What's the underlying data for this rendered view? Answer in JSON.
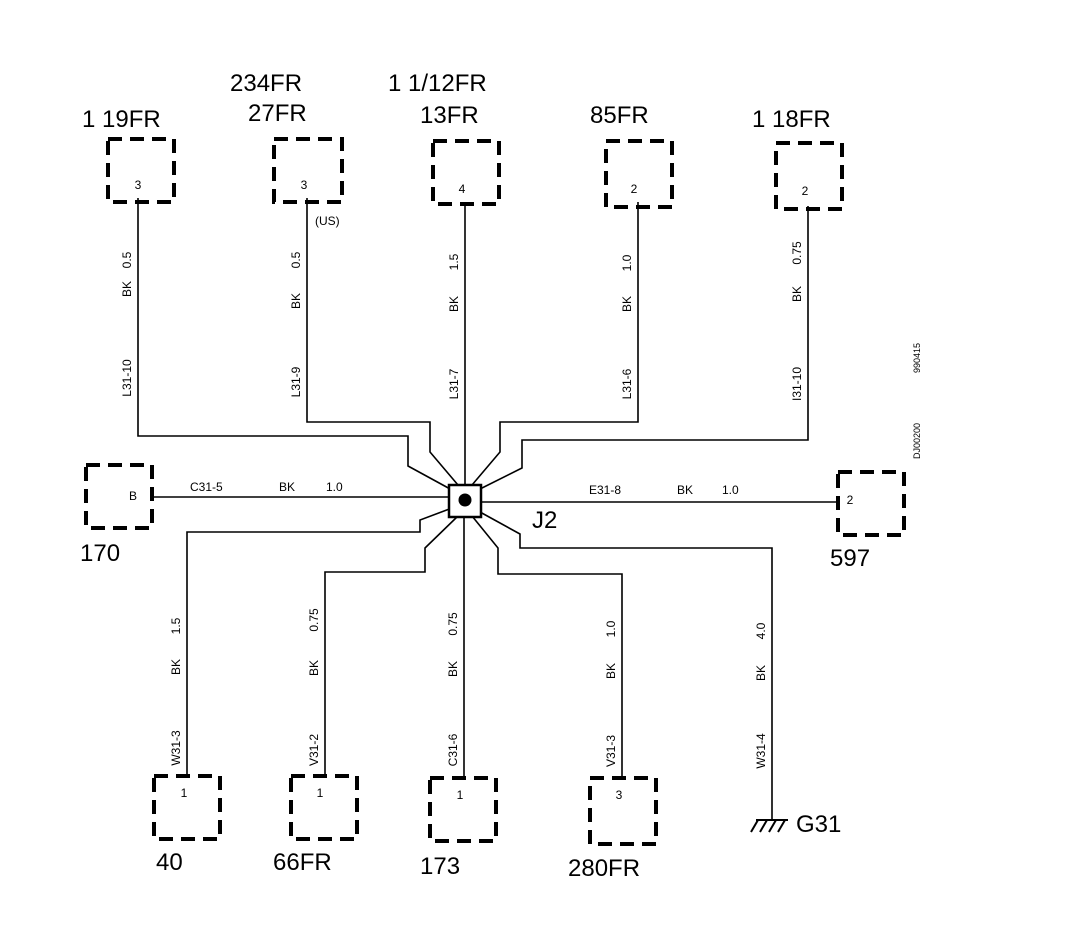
{
  "splice": {
    "label": "J2"
  },
  "ground": {
    "label": "G31"
  },
  "side_codes": [
    "990415",
    "DJ00200"
  ],
  "connectors": {
    "c1": {
      "label": [
        "1 19FR"
      ],
      "pin": "3"
    },
    "c2": {
      "label": [
        "234FR",
        "27FR"
      ],
      "pin": "3",
      "note": "(US)"
    },
    "c3": {
      "label": [
        "1 1/12FR",
        "13FR"
      ],
      "pin": "4"
    },
    "c4": {
      "label": [
        "85FR"
      ],
      "pin": "2"
    },
    "c5": {
      "label": [
        "1 18FR"
      ],
      "pin": "2"
    },
    "c6": {
      "label": [
        "170"
      ],
      "pin": "B"
    },
    "c7": {
      "label": [
        "597"
      ],
      "pin": "2"
    },
    "c8": {
      "label": [
        "40"
      ],
      "pin": "1"
    },
    "c9": {
      "label": [
        "66FR"
      ],
      "pin": "1"
    },
    "c10": {
      "label": [
        "173"
      ],
      "pin": "1"
    },
    "c11": {
      "label": [
        "280FR"
      ],
      "pin": "3"
    }
  },
  "wires": {
    "w1": {
      "id": "L31-10",
      "color": "BK",
      "size": "0.5"
    },
    "w2": {
      "id": "L31-9",
      "color": "BK",
      "size": "0.5"
    },
    "w3": {
      "id": "L31-7",
      "color": "BK",
      "size": "1.5"
    },
    "w4": {
      "id": "L31-6",
      "color": "BK",
      "size": "1.0"
    },
    "w5": {
      "id": "I31-10",
      "color": "BK",
      "size": "0.75"
    },
    "w6": {
      "id": "C31-5",
      "color": "BK",
      "size": "1.0"
    },
    "w7": {
      "id": "E31-8",
      "color": "BK",
      "size": "1.0"
    },
    "w8": {
      "id": "W31-3",
      "color": "BK",
      "size": "1.5"
    },
    "w9": {
      "id": "V31-2",
      "color": "BK",
      "size": "0.75"
    },
    "w10": {
      "id": "C31-6",
      "color": "BK",
      "size": "0.75"
    },
    "w11": {
      "id": "V31-3",
      "color": "BK",
      "size": "1.0"
    },
    "w12": {
      "id": "W31-4",
      "color": "BK",
      "size": "4.0"
    }
  }
}
